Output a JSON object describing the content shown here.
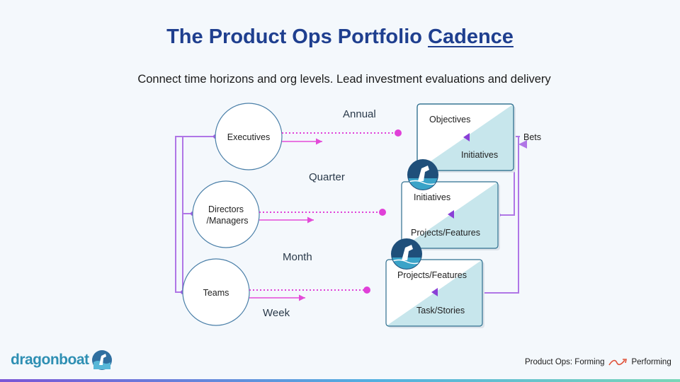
{
  "title": {
    "main": "The Product Ops Portfolio",
    "underlined": "Cadence"
  },
  "subtitle": "Connect time horizons and org levels. Lead investment evaluations and delivery",
  "levels": {
    "executives": "Executives",
    "directors_line1": "Directors",
    "directors_line2": "/Managers",
    "teams": "Teams"
  },
  "cadences": {
    "annual": "Annual",
    "quarter": "Quarter",
    "month": "Month",
    "week": "Week"
  },
  "cards": {
    "top": {
      "upper": "Objectives",
      "lower": "Initiatives"
    },
    "middle": {
      "upper": "Initiatives",
      "lower": "Projects/Features"
    },
    "bottom": {
      "upper": "Projects/Features",
      "lower": "Task/Stories"
    }
  },
  "bets_label": "Bets",
  "footer": {
    "logo_text": "dragonboat",
    "tagline_left": "Product Ops: Forming",
    "tagline_right": "Performing"
  },
  "icons": [
    "dragon-logo-icon",
    "growth-arrow-icon",
    "triangle-marker-icon"
  ],
  "colors": {
    "title": "#1f3f8f",
    "connector": "#b076e6",
    "dotted": "#e040d8",
    "arrow": "#e34bd8",
    "card_fill": "#c7e6ec",
    "card_border": "#2f6f8f",
    "marker": "#8a3fd6"
  }
}
